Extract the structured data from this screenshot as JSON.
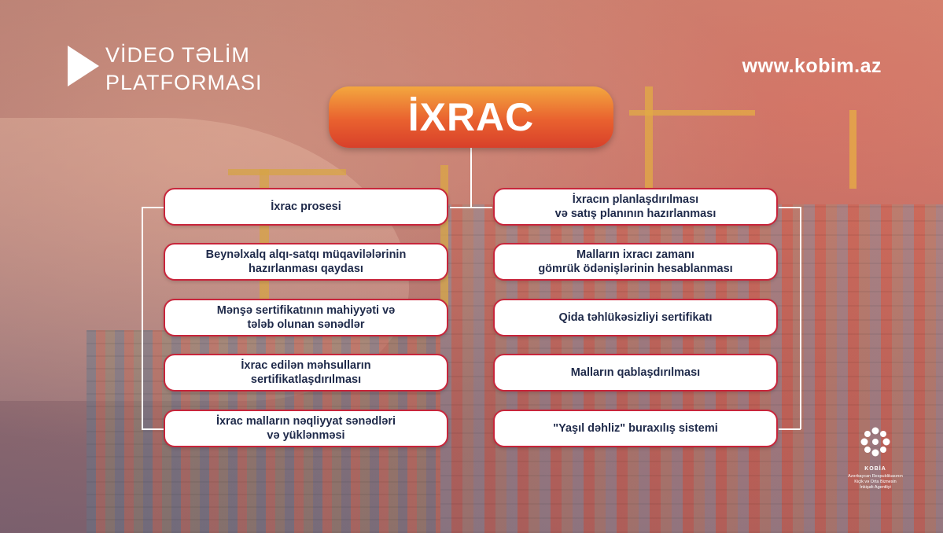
{
  "brand": {
    "line1": "VİDEO TƏLİM",
    "line2": "PLATFORMASI",
    "website": "www.kobim.az"
  },
  "title": "İXRAC",
  "left_items": [
    "İxrac prosesi",
    "Beynəlxalq alqı-satqı müqavilələrinin\nhazırlanması qaydası",
    "Mənşə sertifikatının mahiyyəti və\ntələb olunan sənədlər",
    "İxrac edilən məhsulların\nsertifikatlaşdırılması",
    "İxrac malların nəqliyyat sənədləri\nvə yüklənməsi"
  ],
  "right_items": [
    "İxracın planlaşdırılması\nvə satış planının hazırlanması",
    "Malların ixracı zamanı\ngömrük ödənişlərinin hesablanması",
    "Qida təhlükəsizliyi sertifikatı",
    "Malların qablaşdırılması",
    "\"Yaşıl dəhliz\" buraxılış sistemi"
  ],
  "agency": {
    "name": "KOBİA",
    "subtitle": "Azərbaycan Respublikasının\nKiçik və Orta Biznesin\nİnkişafı Agentliyi"
  },
  "colors": {
    "accent_border": "#c8253b",
    "pill_top": "#f3a73f",
    "pill_bottom": "#d8402a",
    "item_text": "#1f2a4a"
  }
}
